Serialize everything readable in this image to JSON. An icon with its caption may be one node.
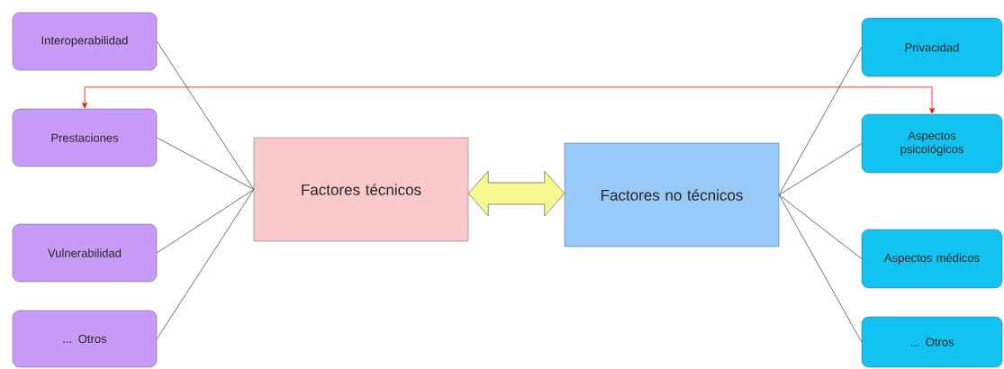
{
  "diagram": {
    "nodes": [
      {
        "text": [
          "Interoperabilidad"
        ]
      },
      {
        "text": [
          "Prestaciones"
        ]
      },
      {
        "text": [
          "Vulnerabilidad"
        ]
      },
      {
        "text": [
          "... Otros"
        ]
      },
      {
        "text": [
          "Factores técnicos"
        ]
      },
      {
        "text": [
          "Factores no técnicos"
        ]
      },
      {
        "text": [
          "Privacidad"
        ]
      },
      {
        "text": [
          "Aspectos psicológicos"
        ]
      },
      {
        "text": [
          "Aspectos médicos"
        ]
      },
      {
        "text": [
          "... Otros"
        ]
      }
    ],
    "edges": [
      {
        "from": 0,
        "to": 4,
        "arrow": "none"
      },
      {
        "from": 1,
        "to": 4,
        "arrow": "none"
      },
      {
        "from": 2,
        "to": 4,
        "arrow": "none"
      },
      {
        "from": 3,
        "to": 4,
        "arrow": "none"
      },
      {
        "from": 4,
        "to": 5,
        "arrow": "both",
        "style": "thick",
        "color": "#f8f890"
      },
      {
        "from": 1,
        "to": 7,
        "arrow": "both",
        "color": "#ff0000"
      },
      {
        "from": 5,
        "to": 6,
        "arrow": "none"
      },
      {
        "from": 5,
        "to": 7,
        "arrow": "none"
      },
      {
        "from": 5,
        "to": 8,
        "arrow": "none"
      },
      {
        "from": 5,
        "to": 9,
        "arrow": "none"
      }
    ]
  }
}
